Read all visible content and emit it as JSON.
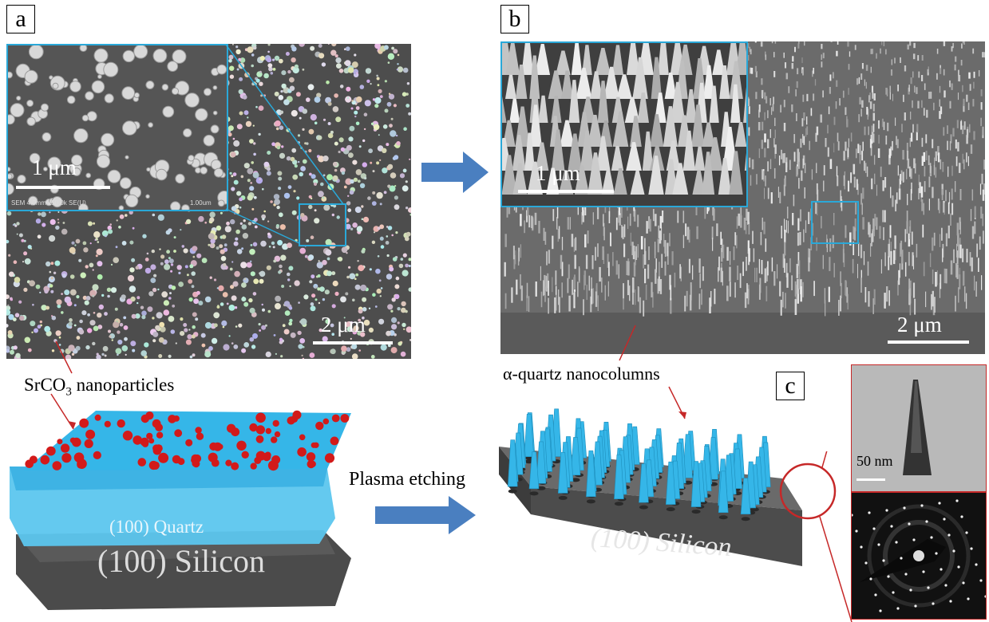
{
  "panels": {
    "a": {
      "letter": "a",
      "scale_main": "2 μm",
      "scale_inset": "1 μm",
      "inset_meta": "SEM 4.0mm x50.0k SE(U)",
      "inset_meta_right": "1.00um",
      "particle_label_prefix": "SrCO",
      "particle_label_sub": "3",
      "particle_label_suffix": " nanoparticles",
      "quartz_label": "(100) Quartz",
      "silicon_label": "(100) Silicon"
    },
    "b": {
      "letter": "b",
      "scale_main": "2 μm",
      "scale_inset": "1 μm",
      "column_label": "α-quartz nanocolumns",
      "silicon_label": "(100) Silicon"
    },
    "c": {
      "letter": "c",
      "scale_tem": "50 nm"
    }
  },
  "arrows": {
    "process_label": "Plasma etching"
  },
  "colors": {
    "accent_blue": "#2aa8d8",
    "arrow_blue": "#4a7fc0",
    "particle_red": "#d21a1a",
    "quartz_cyan": "#35b6e8",
    "silicon_gray": "#4a4a4a",
    "highlight_red": "#c62828"
  }
}
